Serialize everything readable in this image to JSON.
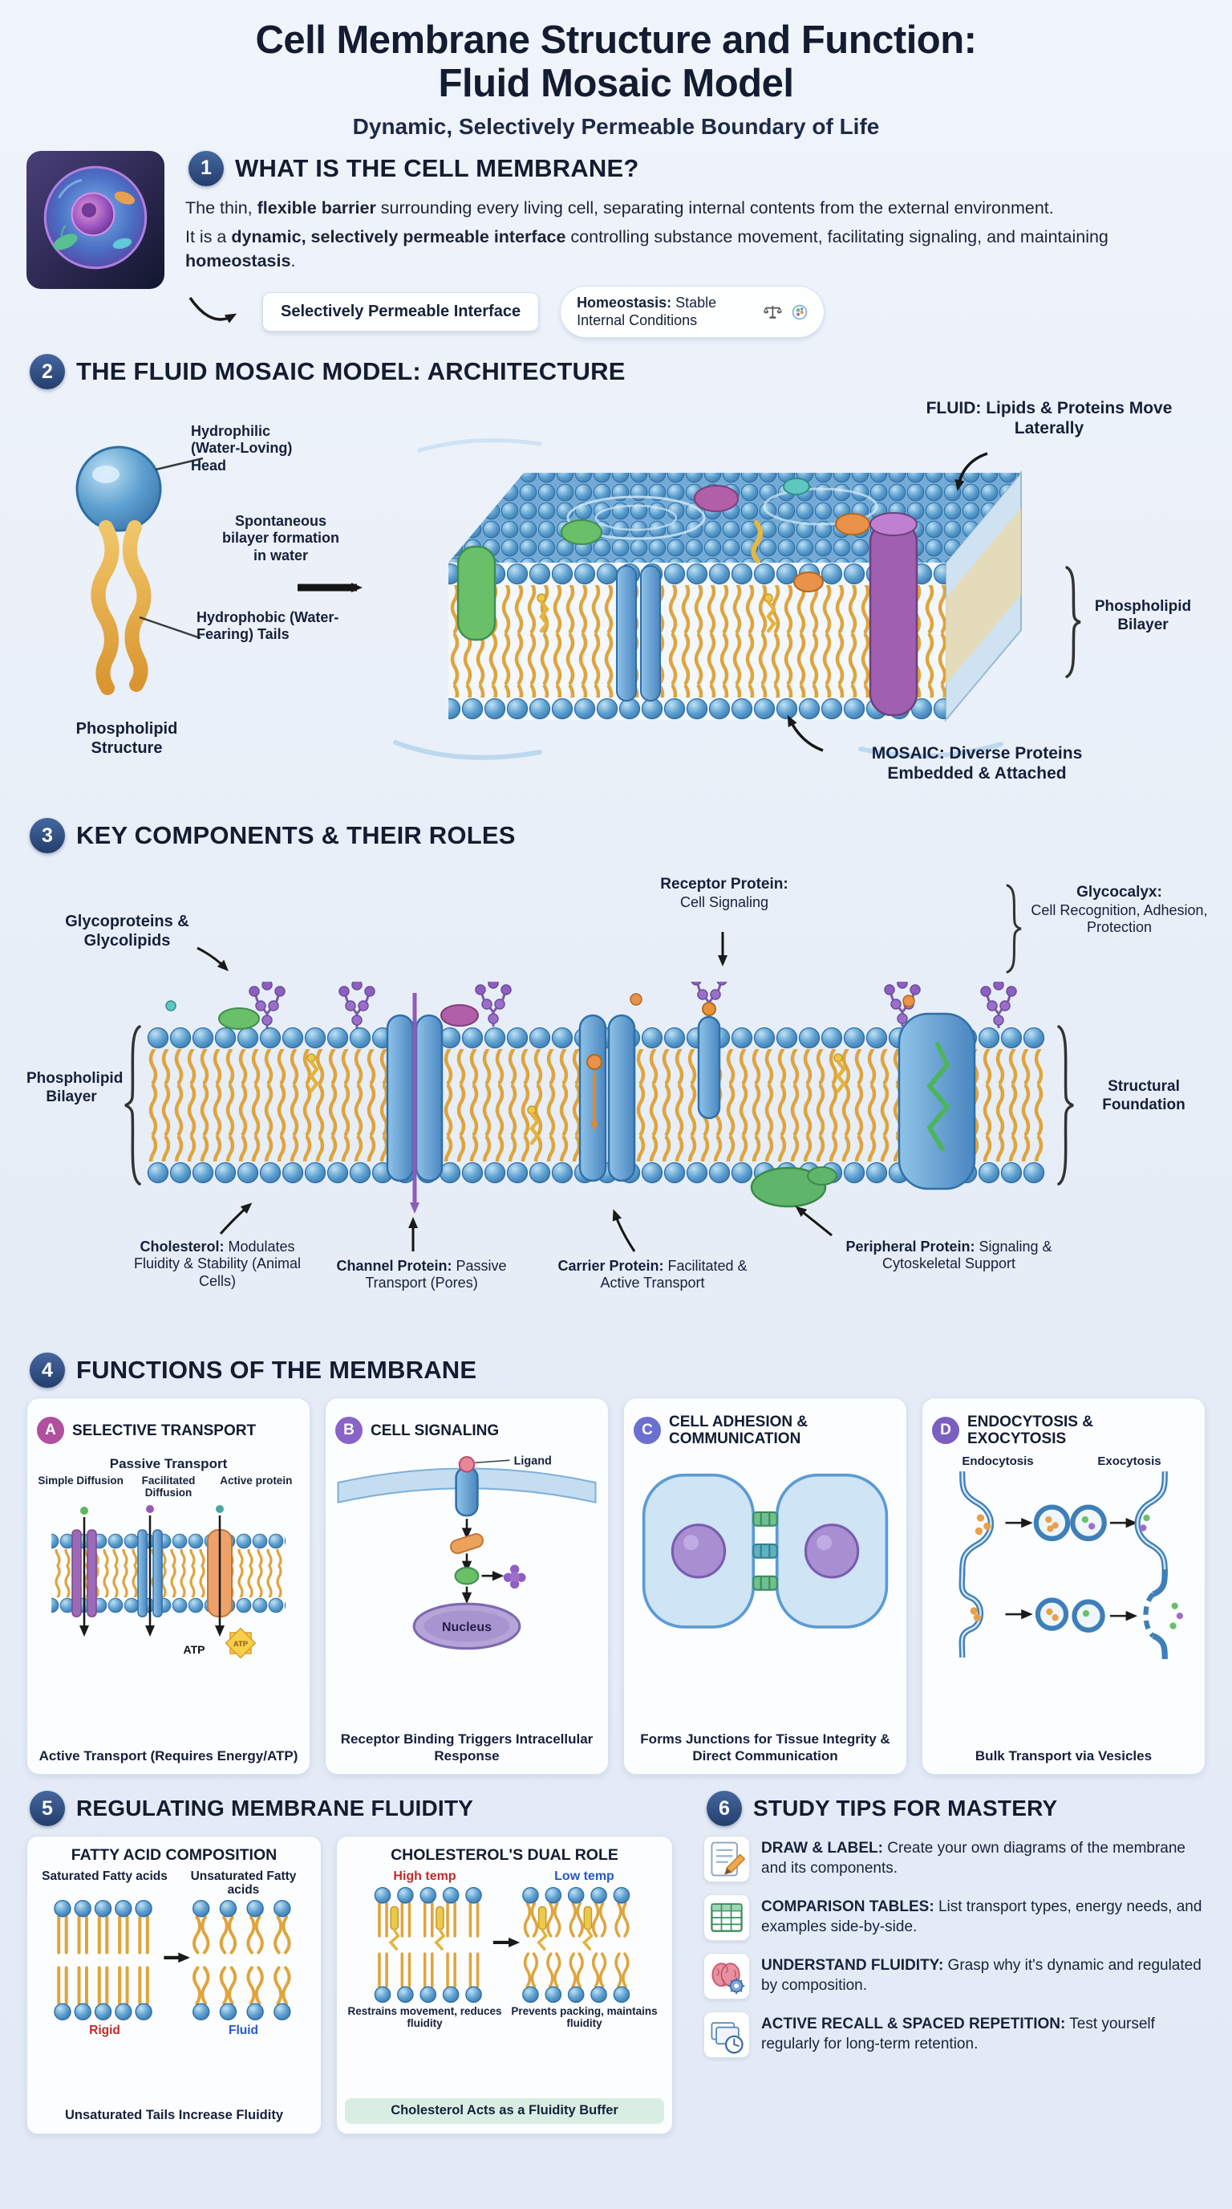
{
  "palette": {
    "background": "#e9eef7",
    "heading_text": "#131c30",
    "section_badge_blue": "#2d4a7d",
    "lipid_head_blue": "#5da0d0",
    "lipid_tail_yellow": "#dfa43c",
    "protein_purple": "#9b59b6",
    "protein_green": "#6abf69",
    "protein_orange": "#e8924a",
    "protein_blue": "#4a86c0",
    "rigid_red": "#c42a2a",
    "fluid_blue": "#2459c4",
    "card_background": "#fbfdff"
  },
  "header": {
    "title1": "Cell Membrane Structure and Function:",
    "title2": "Fluid Mosaic Model",
    "subtitle": "Dynamic, Selectively Permeable Boundary of Life"
  },
  "s1": {
    "num": "1",
    "title": "WHAT IS THE CELL MEMBRANE?",
    "p1a": "The thin, ",
    "p1b": "flexible barrier",
    "p1c": " surrounding every living cell, separating internal contents from the external environment.",
    "p2a": "It is a ",
    "p2b": "dynamic, selectively permeable interface",
    "p2c": " controlling substance movement, facilitating signaling, and maintaining ",
    "p2d": "homeostasis",
    "p2e": ".",
    "badge1": "Selectively Permeable Interface",
    "badge2_bold": "Homeostasis:",
    "badge2_rest": " Stable Internal Conditions"
  },
  "s2": {
    "num": "2",
    "title": "THE FLUID MOSAIC MODEL: ARCHITECTURE",
    "label_head": "Hydrophilic (Water-Loving) Head",
    "label_bilayer_form": "Spontaneous bilayer formation in water",
    "label_tails": "Hydrophobic (Water-Fearing) Tails",
    "label_structure": "Phospholipid Structure",
    "label_fluid": "FLUID: Lipids & Proteins Move Laterally",
    "label_pl_bilayer": "Phospholipid Bilayer",
    "label_mosaic": "MOSAIC: Diverse Proteins Embedded & Attached"
  },
  "s3": {
    "num": "3",
    "title": "KEY COMPONENTS & THEIR ROLES",
    "glyco": "Glycoproteins & Glycolipids",
    "receptor_bold": "Receptor Protein:",
    "receptor_rest": "Cell Signaling",
    "glycocalyx_bold": "Glycocalyx:",
    "glycocalyx_rest": "Cell Recognition, Adhesion, Protection",
    "bilayer": "Phospholipid Bilayer",
    "structural": "Structural Foundation",
    "cholesterol_bold": "Cholesterol:",
    "cholesterol_rest": " Modulates Fluidity & Stability (Animal Cells)",
    "channel_bold": "Channel Protein:",
    "channel_rest": " Passive Transport (Pores)",
    "carrier_bold": "Carrier Protein:",
    "carrier_rest": " Facilitated & Active Transport",
    "peripheral_bold": "Peripheral Protein:",
    "peripheral_rest": " Signaling & Cytoskeletal Support"
  },
  "s4": {
    "num": "4",
    "title": "FUNCTIONS OF THE MEMBRANE",
    "cards": [
      {
        "letter": "A",
        "title": "SELECTIVE TRANSPORT",
        "sub": "Passive Transport",
        "cols": [
          "Simple Diffusion",
          "Facilitated Diffusion",
          "Active protein"
        ],
        "atp": "ATP",
        "caption": "Active Transport (Requires Energy/ATP)"
      },
      {
        "letter": "B",
        "title": "CELL SIGNALING",
        "ligand": "Ligand",
        "nucleus": "Nucleus",
        "caption": "Receptor Binding Triggers Intracellular Response"
      },
      {
        "letter": "C",
        "title": "CELL ADHESION & COMMUNICATION",
        "caption": "Forms Junctions for Tissue Integrity & Direct Communication"
      },
      {
        "letter": "D",
        "title": "ENDOCYTOSIS & EXOCYTOSIS",
        "left_label": "Endocytosis",
        "right_label": "Exocytosis",
        "caption": "Bulk Transport via Vesicles"
      }
    ]
  },
  "s5": {
    "num": "5",
    "title": "REGULATING MEMBRANE FLUIDITY",
    "card1": {
      "title": "FATTY ACID COMPOSITION",
      "left_label": "Saturated Fatty acids",
      "right_label": "Unsaturated Fatty acids",
      "left_tag": "Rigid",
      "right_tag": "Fluid",
      "caption": "Unsaturated Tails Increase Fluidity"
    },
    "card2": {
      "title": "CHOLESTEROL'S DUAL ROLE",
      "left_tag": "High temp",
      "right_tag": "Low temp",
      "left_note": "Restrains movement, reduces fluidity",
      "right_note": "Prevents packing, maintains fluidity",
      "caption": "Cholesterol Acts as a Fluidity Buffer"
    }
  },
  "s6": {
    "num": "6",
    "title": "STUDY TIPS FOR MASTERY",
    "tips": [
      {
        "icon": "pencil-paper-icon",
        "bold": "DRAW & LABEL:",
        "text": " Create your own diagrams of the membrane and its components."
      },
      {
        "icon": "table-icon",
        "bold": "COMPARISON TABLES:",
        "text": " List transport types, energy needs, and examples side-by-side."
      },
      {
        "icon": "brain-icon",
        "bold": "UNDERSTAND FLUIDITY:",
        "text": " Grasp why it's dynamic and regulated by composition."
      },
      {
        "icon": "flashcards-clock-icon",
        "bold": "ACTIVE RECALL & SPACED REPETITION:",
        "text": " Test yourself regularly for long-term retention."
      }
    ]
  }
}
